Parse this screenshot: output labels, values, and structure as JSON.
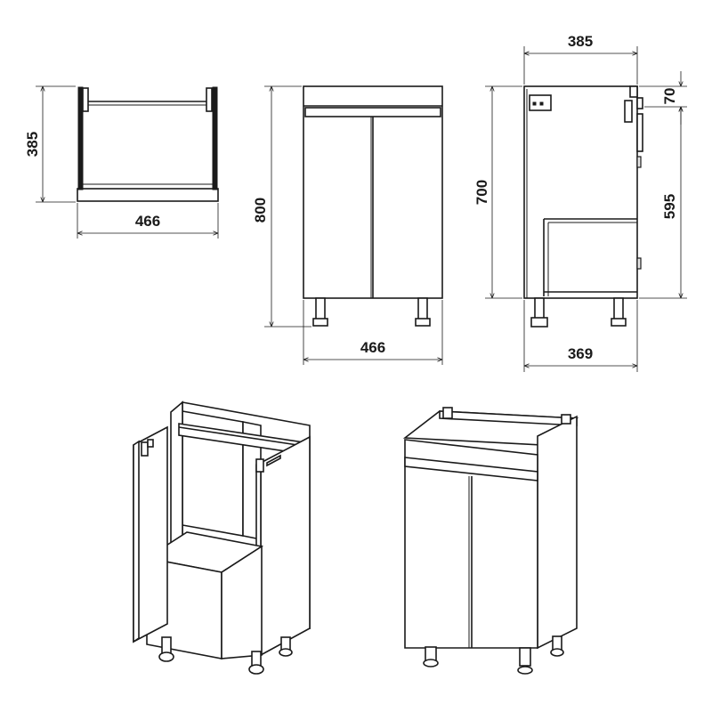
{
  "dimensions": {
    "top_view_depth": "385",
    "top_view_width": "466",
    "front_height": "800",
    "front_width": "466",
    "side_top_depth": "385",
    "side_top_band": "70",
    "side_body_height": "700",
    "side_opening_height": "595",
    "side_bottom_depth": "369"
  }
}
